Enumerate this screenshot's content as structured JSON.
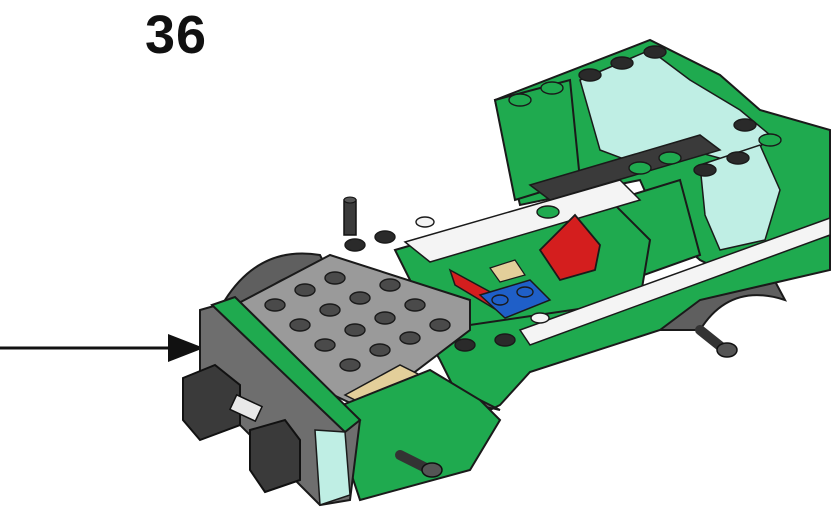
{
  "step": {
    "number": "36"
  },
  "callout": {
    "type": "arrow",
    "direction": "right"
  },
  "model": {
    "description_icon": "lego-vehicle-icon",
    "colors": {
      "body": "#1faa4f",
      "body_dark": "#158a3d",
      "body_light": "#4cc46f",
      "plate_gray": "#8c8c8c",
      "plate_gray_light": "#a9a9a9",
      "dark_gray": "#3a3a3a",
      "black": "#161616",
      "white": "#f4f4f4",
      "tan": "#e3cf9a",
      "red": "#d41e1e",
      "blue": "#1f5fc8",
      "glass": "#bfeee4",
      "wheel_arch": "#6b6b6b"
    }
  }
}
